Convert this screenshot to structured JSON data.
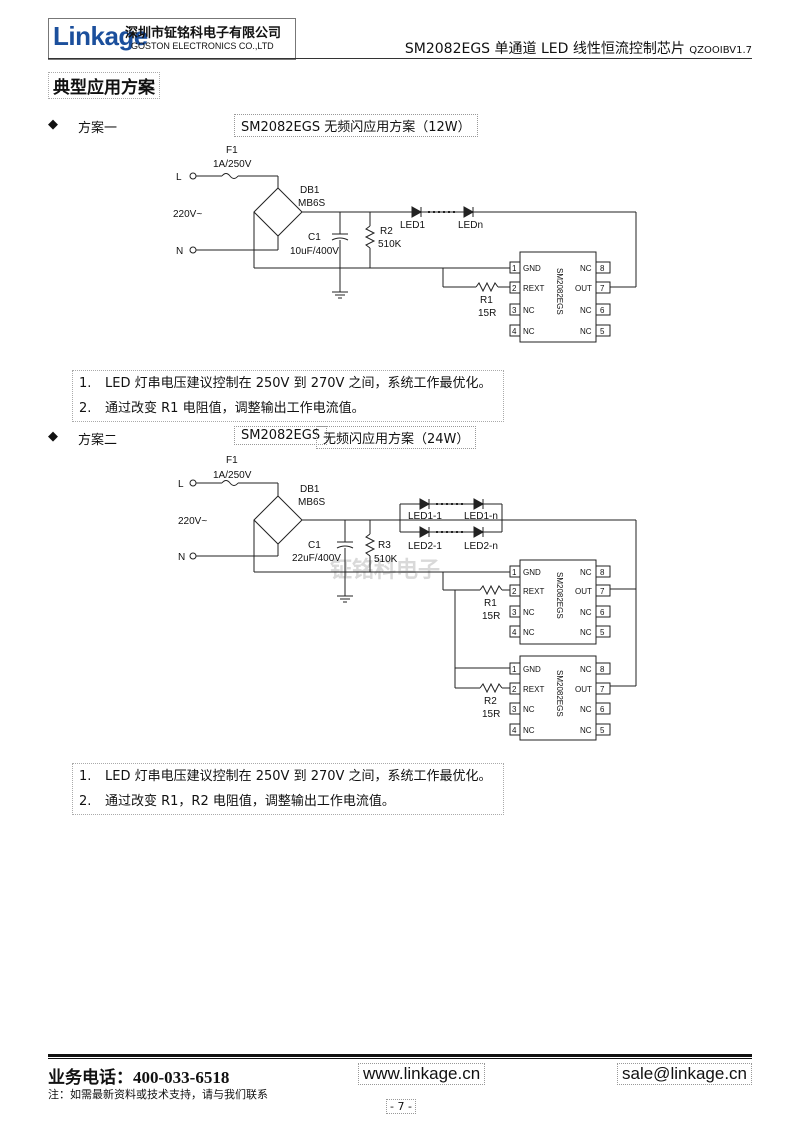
{
  "header": {
    "logo_word": "Linkage",
    "company_cn": "深圳市钲铭科电子有限公司",
    "company_en": "GOSTON ELECTRONICS CO.,LTD",
    "doc_title": "SM2082EGS 单通道 LED 线性恒流控制芯片",
    "doc_version": "QZOOIBV1.7"
  },
  "section_title": "典型应用方案",
  "plan1": {
    "bullet": "◆",
    "name": "方案一",
    "title": "SM2082EGS   无频闪应用方案（12W）",
    "labels": {
      "L": "L",
      "N": "N",
      "F1": "F1",
      "fuse": "1A/250V",
      "vac": "220V~",
      "DB1": "DB1",
      "bridge": "MB6S",
      "C1": "C1",
      "cap": "10uF/400V",
      "R2": "R2",
      "r2v": "510K",
      "LED1": "LED1",
      "LEDn": "LEDn",
      "R1": "R1",
      "r1v": "15R"
    },
    "notes": [
      {
        "num": "1.",
        "text": "LED 灯串电压建议控制在 250V 到 270V 之间，系统工作最优化。"
      },
      {
        "num": "2.",
        "text": "通过改变 R1 电阻值，调整输出工作电流值。"
      }
    ]
  },
  "plan2": {
    "bullet": "◆",
    "name": "方案二",
    "title_chip": "SM2082EGS",
    "title_rest": "无频闪应用方案（24W）",
    "labels": {
      "L": "L",
      "N": "N",
      "F1": "F1",
      "fuse": "1A/250V",
      "vac": "220V~",
      "DB1": "DB1",
      "bridge": "MB6S",
      "C1": "C1",
      "cap": "22uF/400V",
      "R3": "R3",
      "r3v": "510K",
      "LED11": "LED1-1",
      "LED1n": "LED1-n",
      "LED21": "LED2-1",
      "LED2n": "LED2-n",
      "R1": "R1",
      "r1v": "15R",
      "R2": "R2",
      "r2v": "15R"
    },
    "notes": [
      {
        "num": "1.",
        "text": "LED 灯串电压建议控制在 250V 到 270V 之间，系统工作最优化。"
      },
      {
        "num": "2.",
        "text": "通过改变 R1，R2 电阻值，调整输出工作电流值。"
      }
    ]
  },
  "chip": {
    "name": "SM2082EGS",
    "pins": [
      {
        "num": "1",
        "label": "GND"
      },
      {
        "num": "2",
        "label": "REXT"
      },
      {
        "num": "3",
        "label": "NC"
      },
      {
        "num": "4",
        "label": "NC"
      },
      {
        "num": "8",
        "label": "NC"
      },
      {
        "num": "7",
        "label": "OUT"
      },
      {
        "num": "6",
        "label": "NC"
      },
      {
        "num": "5",
        "label": "NC"
      }
    ]
  },
  "watermark": "钲铭科电子",
  "footer": {
    "tel": "业务电话：400-033-6518",
    "web": "www.linkage.cn",
    "mail": "sale@linkage.cn",
    "note": "注：如需最新资料或技术支持，请与我们联系",
    "page": "- 7 -"
  }
}
